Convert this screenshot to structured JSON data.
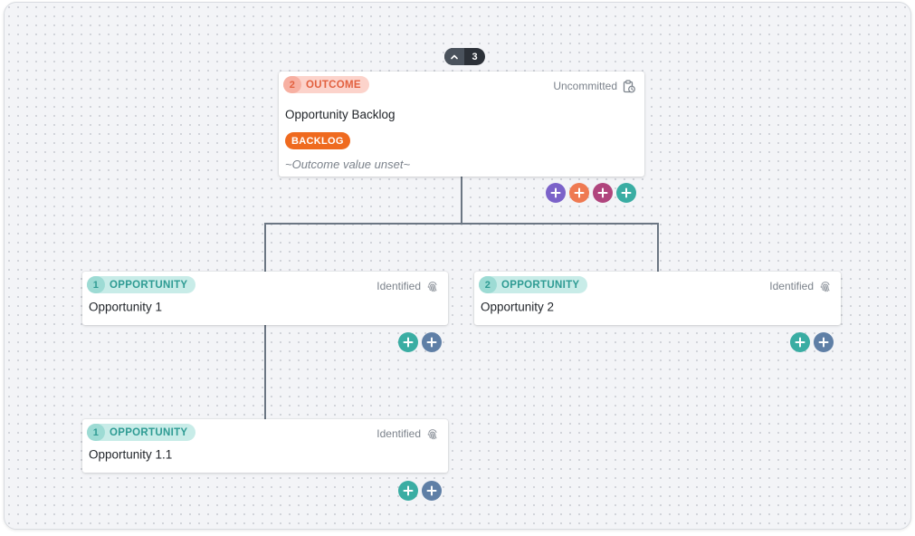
{
  "collapse_pill": {
    "count": "3"
  },
  "outcome_card": {
    "number": "2",
    "type": "OUTCOME",
    "status": "Uncommitted",
    "title": "Opportunity Backlog",
    "tag": "BACKLOG",
    "value_text": "~Outcome value unset~",
    "add_buttons": [
      "purple",
      "orange",
      "magenta",
      "teal"
    ]
  },
  "opportunity_cards": [
    {
      "number": "1",
      "type": "OPPORTUNITY",
      "status": "Identified",
      "title": "Opportunity 1"
    },
    {
      "number": "2",
      "type": "OPPORTUNITY",
      "status": "Identified",
      "title": "Opportunity 2"
    },
    {
      "number": "1",
      "type": "OPPORTUNITY",
      "status": "Identified",
      "title": "Opportunity 1.1"
    }
  ],
  "colors": {
    "outcome_badge": "#fcd3cb",
    "outcome_text": "#e2603f",
    "opportunity_badge": "#c8ece8",
    "opportunity_text": "#2e9b93",
    "backlog_tag": "#ef6a1f",
    "connector": "#6b7683",
    "add_purple": "#7b62c9",
    "add_orange": "#ef7a52",
    "add_magenta": "#b0457d",
    "add_teal": "#3aada3",
    "add_slate": "#5f7fa6"
  },
  "icons": {
    "uncommitted": "clipboard-clock-icon",
    "identified": "fingerprint-icon",
    "add": "plus-icon",
    "collapse": "chevron-up-icon"
  }
}
